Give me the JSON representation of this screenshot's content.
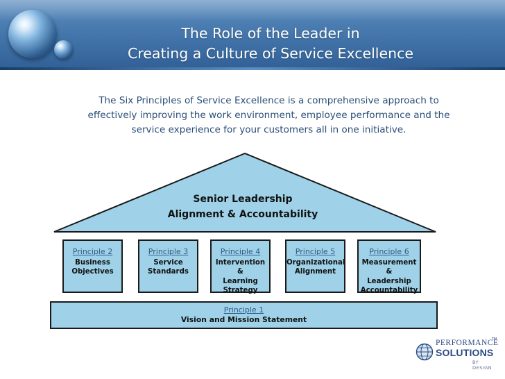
{
  "header": {
    "title_line1": "The Role of the Leader in",
    "title_line2": "Creating a Culture of Service Excellence"
  },
  "intro": {
    "line1": "The Six Principles of Service Excellence is a comprehensive approach to",
    "line2": "effectively improving the work environment, employee performance and the",
    "line3": "service experience for your customers all in one initiative."
  },
  "roof": {
    "line1": "Senior Leadership",
    "line2": "Alignment & Accountability"
  },
  "principles": [
    {
      "heading": "Principle 2",
      "text": "Business\nObjectives"
    },
    {
      "heading": "Principle 3",
      "text": "Service\nStandards"
    },
    {
      "heading": "Principle 4",
      "text": "Intervention &\nLearning\nStrategy"
    },
    {
      "heading": "Principle 5",
      "text": "Organizational\nAlignment"
    },
    {
      "heading": "Principle 6",
      "text": "Measurement &\nLeadership\nAccountability"
    }
  ],
  "foundation": {
    "heading": "Principle 1",
    "text": "Vision  and Mission Statement"
  },
  "logo": {
    "line1": "PERFORMANCE",
    "line2": "SOLUTIONS",
    "line3": "BY DESIGN",
    "tm": "TM"
  },
  "colors": {
    "banner": "#2f5f96",
    "box_fill": "#9fd2e8",
    "intro_text": "#2a4f78",
    "heading_text": "#2c5b86"
  }
}
